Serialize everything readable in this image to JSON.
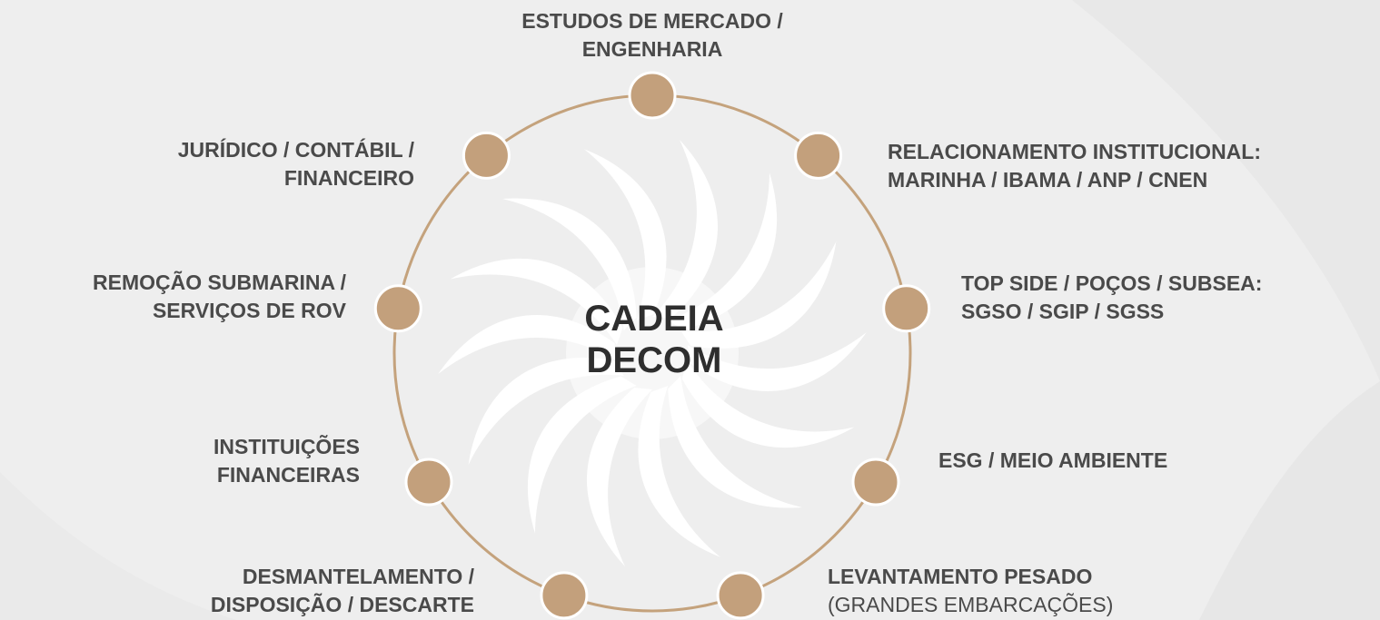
{
  "colors": {
    "ring": "#c4a27c",
    "node": "#c3a07c",
    "node_stroke": "#ffffff",
    "text": "#4a4a4a",
    "center_text": "#2e2e2e",
    "background": "#eeeeee",
    "swirl": "#ffffff"
  },
  "center": {
    "line1": "CADEIA",
    "line2": "DECOM"
  },
  "nodes": [
    {
      "line1": "ESTUDOS DE MERCADO /",
      "line2": "ENGENHARIA"
    },
    {
      "line1": "RELACIONAMENTO INSTITUCIONAL:",
      "line2": "MARINHA / IBAMA / ANP / CNEN"
    },
    {
      "line1": "TOP SIDE / POÇOS / SUBSEA:",
      "line2": "SGSO / SGIP / SGSS"
    },
    {
      "line1": "ESG / MEIO AMBIENTE"
    },
    {
      "line1": "LEVANTAMENTO PESADO",
      "line2": "(GRANDES EMBARCAÇÕES)"
    },
    {
      "line1": "DESMANTELAMENTO /",
      "line2": "DISPOSIÇÃO / DESCARTE"
    },
    {
      "line1": "INSTITUIÇÕES",
      "line2": "FINANCEIRAS"
    },
    {
      "line1": "REMOÇÃO SUBMARINA /",
      "line2": "SERVIÇOS DE ROV"
    },
    {
      "line1": "JURÍDICO / CONTÁBIL /",
      "line2": "FINANCEIRO"
    }
  ]
}
